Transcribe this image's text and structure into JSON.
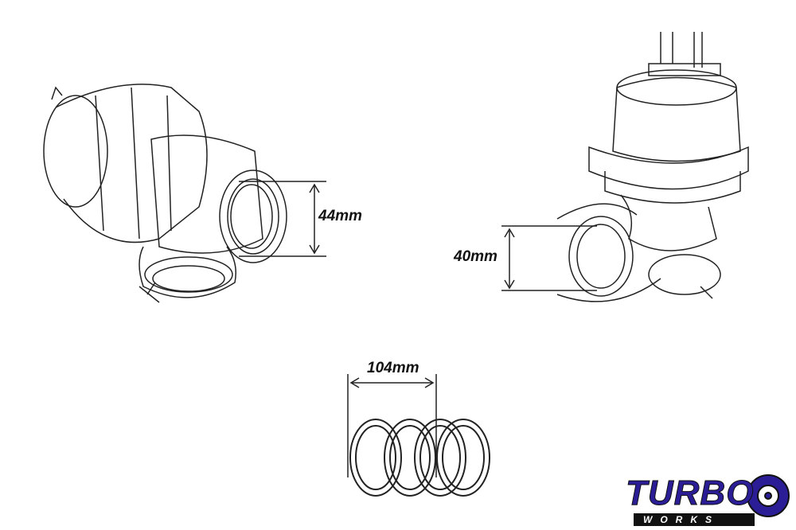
{
  "dimensions": {
    "left_valve_outlet": "44mm",
    "right_valve_outlet": "40mm",
    "spring_length": "104mm"
  },
  "logo": {
    "main": "TURBO",
    "sub": "WORKS"
  },
  "colors": {
    "logo_blue": "#2a1d96",
    "line": "#111111"
  }
}
